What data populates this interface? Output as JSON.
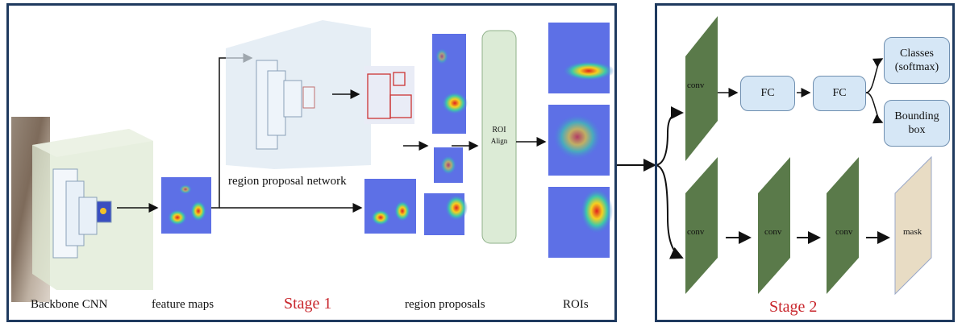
{
  "stage1": {
    "title": "Stage 1",
    "labels": {
      "backbone": "Backbone CNN",
      "feature_maps": "feature maps",
      "rpn": "region proposal network",
      "region_proposals": "region proposals",
      "rois": "ROIs",
      "roi_align_line1": "ROI",
      "roi_align_line2": "Align"
    }
  },
  "stage2": {
    "title": "Stage 2",
    "conv": "conv",
    "fc": "FC",
    "classes_line1": "Classes",
    "classes_line2": "(softmax)",
    "bbox_line1": "Bounding",
    "bbox_line2": "box",
    "mask": "mask"
  },
  "colors": {
    "border": "#1f3a5f",
    "stage_text": "#c8262c",
    "conv": "#5a7a4a",
    "fc": "#d6e7f6",
    "mask": "#e8dcc4",
    "roi_align": "#dcebd6"
  }
}
